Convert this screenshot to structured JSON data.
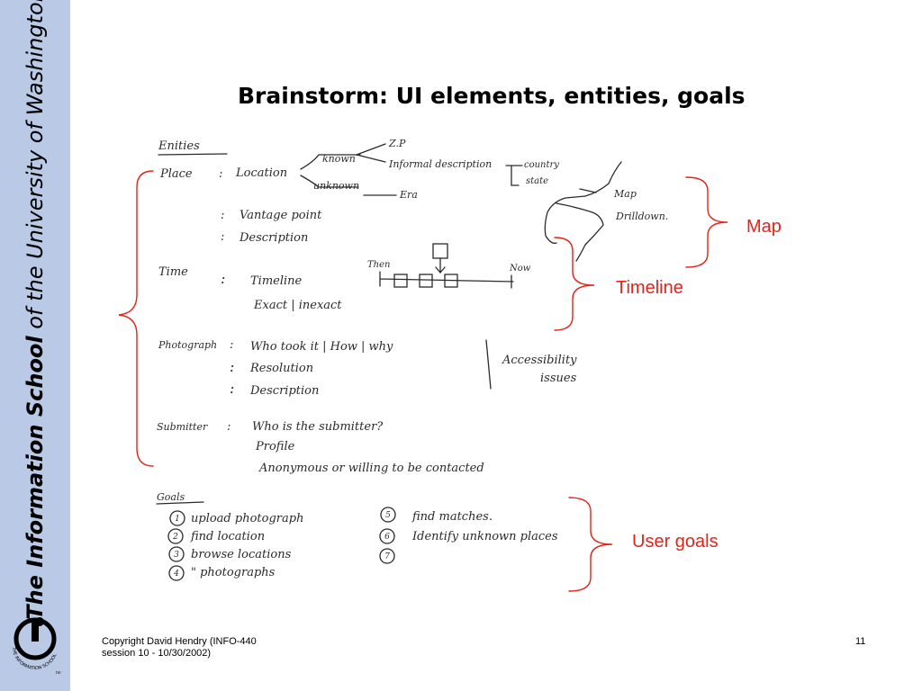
{
  "sidebar": {
    "part1": "The Information School",
    "part2": "of",
    "part3": "the University",
    "part4": "of",
    "part5": "Washington",
    "logo_text": "THE INFORMATION SCHOOL",
    "tm": "tm"
  },
  "slide": {
    "title": "Brainstorm: UI elements, entities, goals"
  },
  "notes": {
    "entities_header": "Enities",
    "place": "Place",
    "location": "Location",
    "known": "known",
    "zip": "Z.P",
    "informal_description": "Informal description",
    "country": "country",
    "state": "state",
    "unknown": "unknown",
    "era": "Era",
    "vantage_point": "Vantage point",
    "description": "Description",
    "time": "Time",
    "timeline": "Timeline",
    "exact_inexact": "Exact | inexact",
    "then": "Then",
    "now": "Now",
    "photograph": "Photograph",
    "who_took_it": "Who took it | How | why",
    "resolution": "Resolution",
    "photo_description": "Description",
    "accessibility": "Accessibility",
    "issues": "issues",
    "submitter": "Submitter",
    "who_is_submitter": "Who is the submitter?",
    "profile": "Profile",
    "anonymous": "Anonymous or willing to be contacted",
    "map": "Map",
    "drilldown": "Drilldown.",
    "goals_header": "Goals",
    "goals": [
      "upload photograph",
      "find location",
      "browse  locations",
      "\"       photographs",
      "find matches.",
      "Identify unknown places",
      ""
    ],
    "goal_numbers": [
      "1",
      "2",
      "3",
      "4",
      "5",
      "6",
      "7"
    ]
  },
  "annotations": {
    "map": "Map",
    "timeline": "Timeline",
    "user_goals": "User goals"
  },
  "footer": {
    "line1": "Copyright David Hendry (INFO-440",
    "line2": "session 10 - 10/30/2002)",
    "page": "11"
  },
  "colors": {
    "sidebar": "#b9c9e6",
    "annotation": "#e3241b"
  }
}
